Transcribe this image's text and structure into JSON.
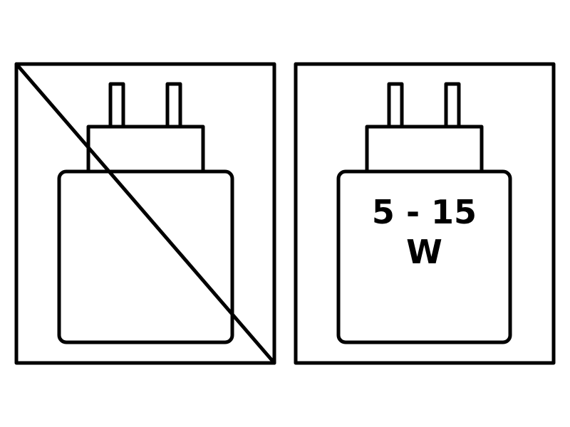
{
  "colors": {
    "stroke": "#000000",
    "background": "#ffffff"
  },
  "panels": [
    {
      "icon": "crossed-out-charger-icon",
      "meaning": "no-charger-included"
    },
    {
      "icon": "charger-icon",
      "wattage": {
        "line1": "5 - 15",
        "line2": "W"
      }
    }
  ]
}
